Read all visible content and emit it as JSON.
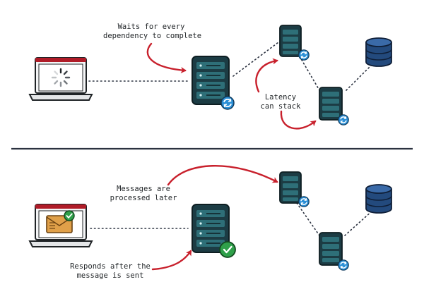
{
  "top_section": {
    "note_wait": [
      "Waits for every",
      "dependency to complete"
    ],
    "note_latency": [
      "Latency",
      "can stack"
    ]
  },
  "bottom_section": {
    "note_messages": [
      "Messages are",
      "processed later"
    ],
    "note_responds": [
      "Responds after the",
      "message is sent"
    ]
  },
  "colors": {
    "arrow_red": "#c8202c",
    "server_teal": "#2e6f78",
    "server_dark": "#1c3c44",
    "sync_badge_blue": "#2b8fd6",
    "check_badge_green": "#2fa04a",
    "database_navy": "#234a7d",
    "divider": "#2b3240"
  }
}
